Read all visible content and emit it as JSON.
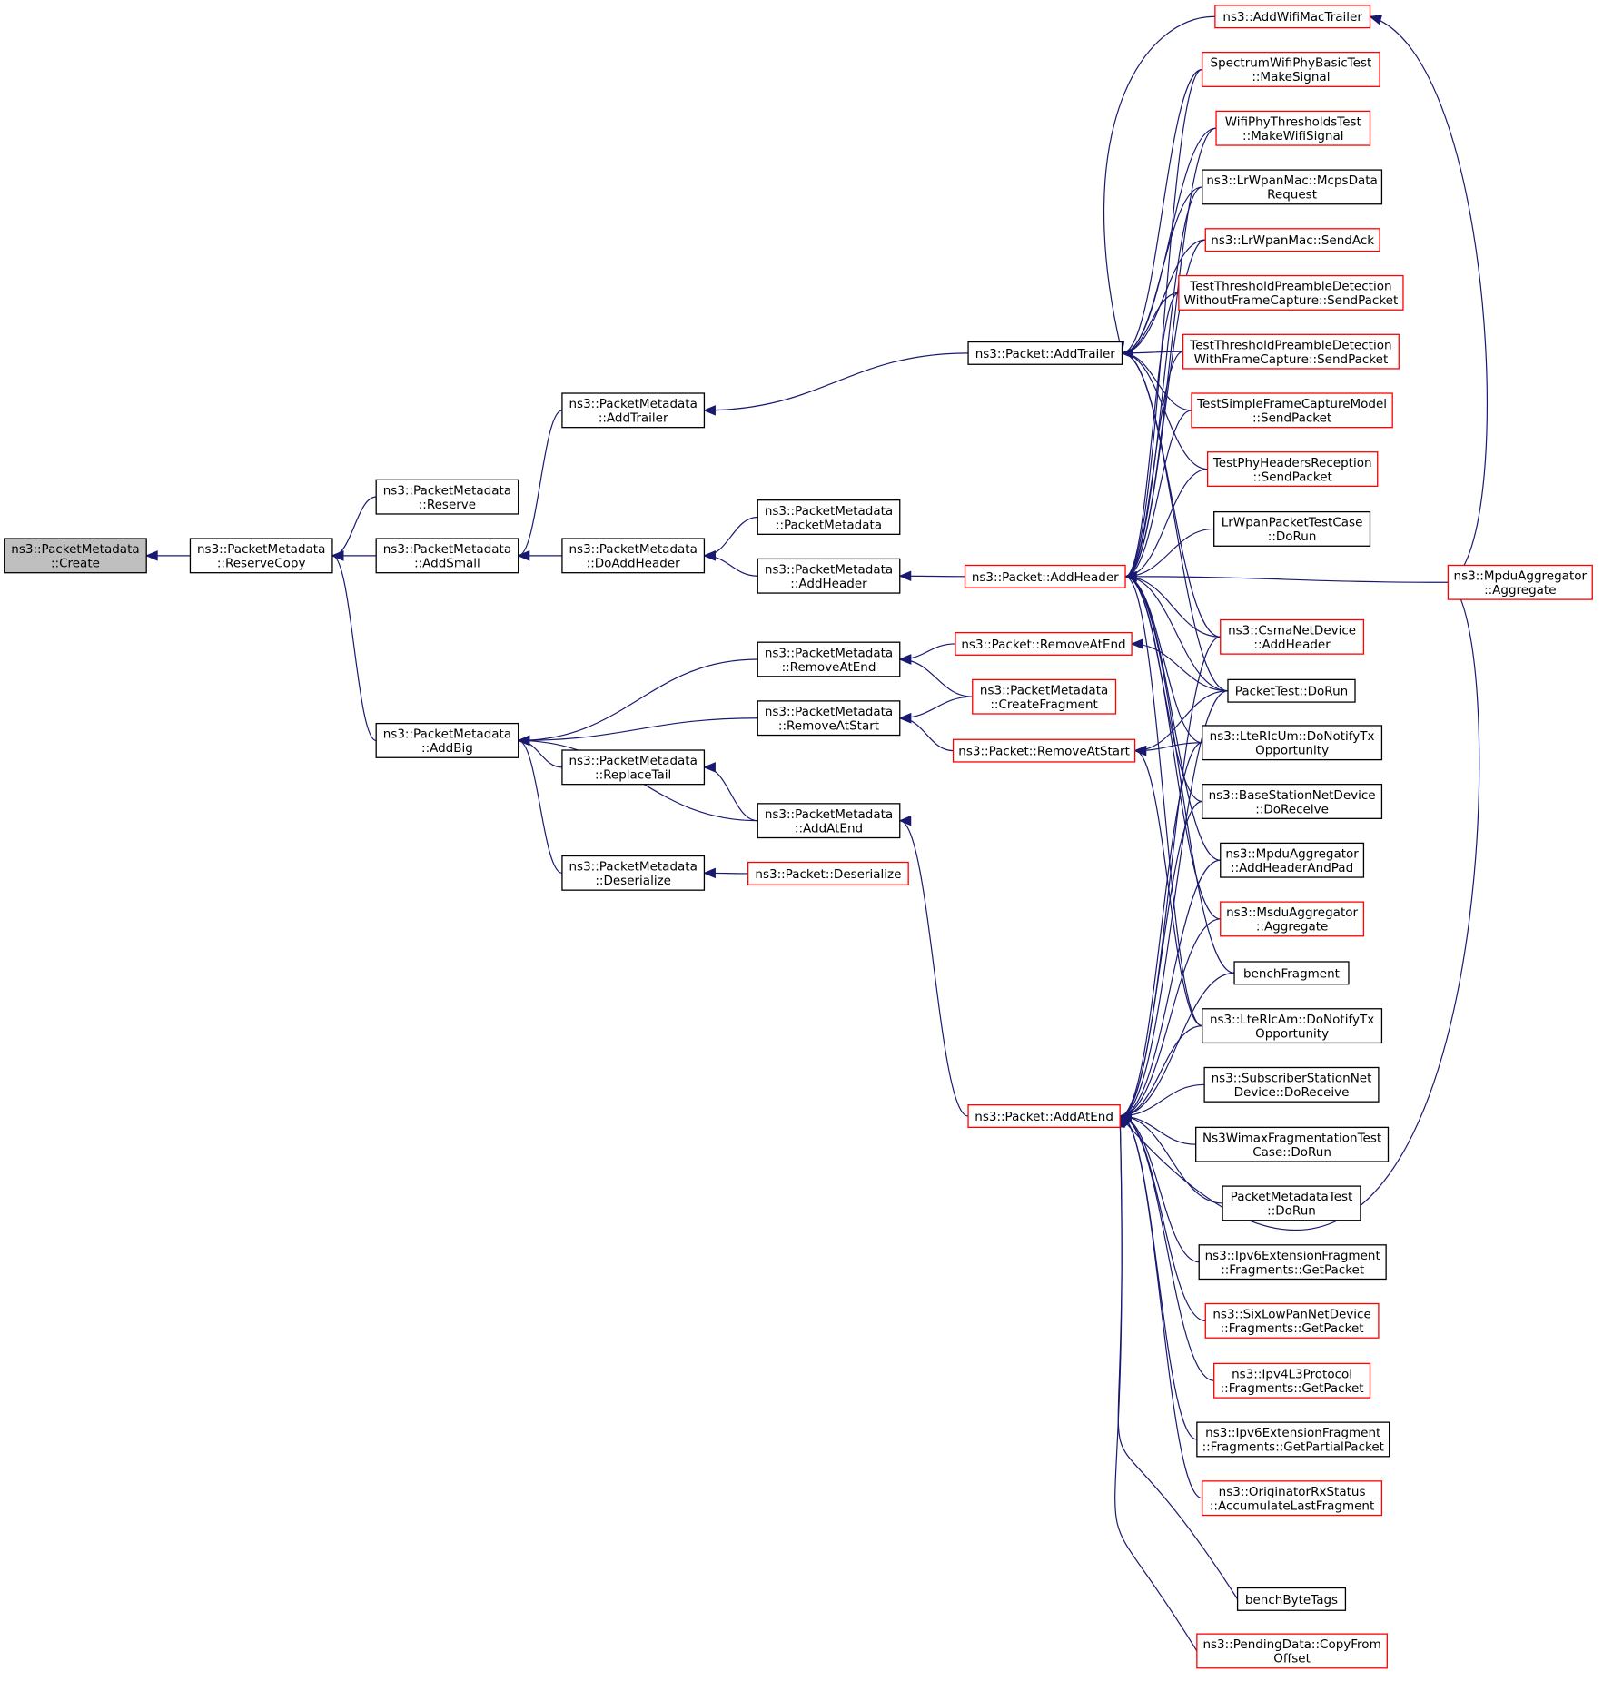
{
  "graph": {
    "root": "ns3::PacketMetadata::Create",
    "nodes": [
      {
        "id": "create",
        "lines": [
          "ns3::PacketMetadata",
          "::Create"
        ],
        "border": "root"
      },
      {
        "id": "reservecopy",
        "lines": [
          "ns3::PacketMetadata",
          "::ReserveCopy"
        ],
        "border": "black"
      },
      {
        "id": "reserve",
        "lines": [
          "ns3::PacketMetadata",
          "::Reserve"
        ],
        "border": "black"
      },
      {
        "id": "addsmall",
        "lines": [
          "ns3::PacketMetadata",
          "::AddSmall"
        ],
        "border": "black"
      },
      {
        "id": "addbig",
        "lines": [
          "ns3::PacketMetadata",
          "::AddBig"
        ],
        "border": "black"
      },
      {
        "id": "pm_addtrailer",
        "lines": [
          "ns3::PacketMetadata",
          "::AddTrailer"
        ],
        "border": "black"
      },
      {
        "id": "doaddheader",
        "lines": [
          "ns3::PacketMetadata",
          "::DoAddHeader"
        ],
        "border": "black"
      },
      {
        "id": "pm_packetmetadata",
        "lines": [
          "ns3::PacketMetadata",
          "::PacketMetadata"
        ],
        "border": "black"
      },
      {
        "id": "pm_addheader",
        "lines": [
          "ns3::PacketMetadata",
          "::AddHeader"
        ],
        "border": "black"
      },
      {
        "id": "pm_removeatend",
        "lines": [
          "ns3::PacketMetadata",
          "::RemoveAtEnd"
        ],
        "border": "black"
      },
      {
        "id": "pm_removeatstart",
        "lines": [
          "ns3::PacketMetadata",
          "::RemoveAtStart"
        ],
        "border": "black"
      },
      {
        "id": "replacetail",
        "lines": [
          "ns3::PacketMetadata",
          "::ReplaceTail"
        ],
        "border": "black"
      },
      {
        "id": "pm_addatend",
        "lines": [
          "ns3::PacketMetadata",
          "::AddAtEnd"
        ],
        "border": "black"
      },
      {
        "id": "pm_deserialize",
        "lines": [
          "ns3::PacketMetadata",
          "::Deserialize"
        ],
        "border": "black"
      },
      {
        "id": "p_addtrailer",
        "lines": [
          "ns3::Packet::AddTrailer"
        ],
        "border": "black"
      },
      {
        "id": "p_addheader",
        "lines": [
          "ns3::Packet::AddHeader"
        ],
        "border": "red"
      },
      {
        "id": "p_removeatend",
        "lines": [
          "ns3::Packet::RemoveAtEnd"
        ],
        "border": "red"
      },
      {
        "id": "createfragment",
        "lines": [
          "ns3::PacketMetadata",
          "::CreateFragment"
        ],
        "border": "red"
      },
      {
        "id": "p_removeatstart",
        "lines": [
          "ns3::Packet::RemoveAtStart"
        ],
        "border": "red"
      },
      {
        "id": "p_deserialize",
        "lines": [
          "ns3::Packet::Deserialize"
        ],
        "border": "red"
      },
      {
        "id": "p_addatend",
        "lines": [
          "ns3::Packet::AddAtEnd"
        ],
        "border": "red"
      },
      {
        "id": "addwifimactrailer",
        "lines": [
          "ns3::AddWifiMacTrailer"
        ],
        "border": "red"
      },
      {
        "id": "spectrum_makesignal",
        "lines": [
          "SpectrumWifiPhyBasicTest",
          "::MakeSignal"
        ],
        "border": "red"
      },
      {
        "id": "thresholds_makewifisignal",
        "lines": [
          "WifiPhyThresholdsTest",
          "::MakeWifiSignal"
        ],
        "border": "red"
      },
      {
        "id": "lrwpan_mcpsdata",
        "lines": [
          "ns3::LrWpanMac::McpsData",
          "Request"
        ],
        "border": "black"
      },
      {
        "id": "lrwpan_sendack",
        "lines": [
          "ns3::LrWpanMac::SendAck"
        ],
        "border": "red"
      },
      {
        "id": "tpd_without",
        "lines": [
          "TestThresholdPreambleDetection",
          "WithoutFrameCapture::SendPacket"
        ],
        "border": "red"
      },
      {
        "id": "tpd_with",
        "lines": [
          "TestThresholdPreambleDetection",
          "WithFrameCapture::SendPacket"
        ],
        "border": "red"
      },
      {
        "id": "simpleframecapture",
        "lines": [
          "TestSimpleFrameCaptureModel",
          "::SendPacket"
        ],
        "border": "red"
      },
      {
        "id": "phyheadersreception",
        "lines": [
          "TestPhyHeadersReception",
          "::SendPacket"
        ],
        "border": "red"
      },
      {
        "id": "lrwpanpackettest",
        "lines": [
          "LrWpanPacketTestCase",
          "::DoRun"
        ],
        "border": "black"
      },
      {
        "id": "csma_addheader",
        "lines": [
          "ns3::CsmaNetDevice",
          "::AddHeader"
        ],
        "border": "red"
      },
      {
        "id": "packettest_dorun",
        "lines": [
          "PacketTest::DoRun"
        ],
        "border": "black"
      },
      {
        "id": "ltercum",
        "lines": [
          "ns3::LteRlcUm::DoNotifyTx",
          "Opportunity"
        ],
        "border": "black"
      },
      {
        "id": "basestation_doreceive",
        "lines": [
          "ns3::BaseStationNetDevice",
          "::DoReceive"
        ],
        "border": "black"
      },
      {
        "id": "mpdu_addheaderandpad",
        "lines": [
          "ns3::MpduAggregator",
          "::AddHeaderAndPad"
        ],
        "border": "black"
      },
      {
        "id": "msdu_aggregate",
        "lines": [
          "ns3::MsduAggregator",
          "::Aggregate"
        ],
        "border": "red"
      },
      {
        "id": "benchfragment",
        "lines": [
          "benchFragment"
        ],
        "border": "black"
      },
      {
        "id": "lterlcam",
        "lines": [
          "ns3::LteRlcAm::DoNotifyTx",
          "Opportunity"
        ],
        "border": "black"
      },
      {
        "id": "subscriber_doreceive",
        "lines": [
          "ns3::SubscriberStationNet",
          "Device::DoReceive"
        ],
        "border": "black"
      },
      {
        "id": "wimaxfrag",
        "lines": [
          "Ns3WimaxFragmentationTest",
          "Case::DoRun"
        ],
        "border": "black"
      },
      {
        "id": "pmtest_dorun",
        "lines": [
          "PacketMetadataTest",
          "::DoRun"
        ],
        "border": "black"
      },
      {
        "id": "ipv6frag_getpacket",
        "lines": [
          "ns3::Ipv6ExtensionFragment",
          "::Fragments::GetPacket"
        ],
        "border": "black"
      },
      {
        "id": "sixlowpan_getpacket",
        "lines": [
          "ns3::SixLowPanNetDevice",
          "::Fragments::GetPacket"
        ],
        "border": "red"
      },
      {
        "id": "ipv4l3_getpacket",
        "lines": [
          "ns3::Ipv4L3Protocol",
          "::Fragments::GetPacket"
        ],
        "border": "red"
      },
      {
        "id": "ipv6frag_getpartial",
        "lines": [
          "ns3::Ipv6ExtensionFragment",
          "::Fragments::GetPartialPacket"
        ],
        "border": "black"
      },
      {
        "id": "originator_accumulate",
        "lines": [
          "ns3::OriginatorRxStatus",
          "::AccumulateLastFragment"
        ],
        "border": "red"
      },
      {
        "id": "benchbytetags",
        "lines": [
          "benchByteTags"
        ],
        "border": "black"
      },
      {
        "id": "pendingdata_copyfrom",
        "lines": [
          "ns3::PendingData::CopyFrom",
          "Offset"
        ],
        "border": "red"
      },
      {
        "id": "mpdu_aggregate",
        "lines": [
          "ns3::MpduAggregator",
          "::Aggregate"
        ],
        "border": "red"
      }
    ],
    "edges": [
      [
        "reservecopy",
        "create"
      ],
      [
        "reserve",
        "reservecopy"
      ],
      [
        "addsmall",
        "reservecopy"
      ],
      [
        "addbig",
        "reservecopy"
      ],
      [
        "pm_addtrailer",
        "addsmall"
      ],
      [
        "doaddheader",
        "addsmall"
      ],
      [
        "pm_removeatend",
        "addbig"
      ],
      [
        "pm_removeatstart",
        "addbig"
      ],
      [
        "replacetail",
        "addbig"
      ],
      [
        "pm_addatend",
        "addbig"
      ],
      [
        "pm_deserialize",
        "addbig"
      ],
      [
        "pm_packetmetadata",
        "doaddheader"
      ],
      [
        "pm_addheader",
        "doaddheader"
      ],
      [
        "p_addtrailer",
        "pm_addtrailer"
      ],
      [
        "p_addheader",
        "pm_addheader"
      ],
      [
        "p_removeatend",
        "pm_removeatend"
      ],
      [
        "createfragment",
        "pm_removeatend"
      ],
      [
        "createfragment",
        "pm_removeatstart"
      ],
      [
        "p_removeatstart",
        "pm_removeatstart"
      ],
      [
        "pm_addatend",
        "replacetail"
      ],
      [
        "p_deserialize",
        "pm_deserialize"
      ],
      [
        "p_addatend",
        "pm_addatend"
      ],
      [
        "addwifimactrailer",
        "p_addtrailer"
      ],
      [
        "spectrum_makesignal",
        "p_addtrailer"
      ],
      [
        "thresholds_makewifisignal",
        "p_addtrailer"
      ],
      [
        "lrwpan_mcpsdata",
        "p_addtrailer"
      ],
      [
        "lrwpan_sendack",
        "p_addtrailer"
      ],
      [
        "tpd_without",
        "p_addtrailer"
      ],
      [
        "tpd_with",
        "p_addtrailer"
      ],
      [
        "simpleframecapture",
        "p_addtrailer"
      ],
      [
        "phyheadersreception",
        "p_addtrailer"
      ],
      [
        "csma_addheader",
        "p_addtrailer"
      ],
      [
        "packettest_dorun",
        "p_addtrailer"
      ],
      [
        "spectrum_makesignal",
        "p_addheader"
      ],
      [
        "thresholds_makewifisignal",
        "p_addheader"
      ],
      [
        "lrwpan_mcpsdata",
        "p_addheader"
      ],
      [
        "lrwpan_sendack",
        "p_addheader"
      ],
      [
        "tpd_without",
        "p_addheader"
      ],
      [
        "tpd_with",
        "p_addheader"
      ],
      [
        "simpleframecapture",
        "p_addheader"
      ],
      [
        "phyheadersreception",
        "p_addheader"
      ],
      [
        "lrwpanpackettest",
        "p_addheader"
      ],
      [
        "mpdu_aggregate",
        "p_addheader"
      ],
      [
        "csma_addheader",
        "p_addheader"
      ],
      [
        "packettest_dorun",
        "p_addheader"
      ],
      [
        "ltercum",
        "p_addheader"
      ],
      [
        "basestation_doreceive",
        "p_addheader"
      ],
      [
        "mpdu_addheaderandpad",
        "p_addheader"
      ],
      [
        "msdu_aggregate",
        "p_addheader"
      ],
      [
        "benchfragment",
        "p_addheader"
      ],
      [
        "lterlcam",
        "p_addheader"
      ],
      [
        "packettest_dorun",
        "p_removeatend"
      ],
      [
        "packettest_dorun",
        "p_removeatstart"
      ],
      [
        "ltercum",
        "p_removeatstart"
      ],
      [
        "lterlcam",
        "p_removeatstart"
      ],
      [
        "csma_addheader",
        "p_addatend"
      ],
      [
        "packettest_dorun",
        "p_addatend"
      ],
      [
        "ltercum",
        "p_addatend"
      ],
      [
        "basestation_doreceive",
        "p_addatend"
      ],
      [
        "mpdu_addheaderandpad",
        "p_addatend"
      ],
      [
        "msdu_aggregate",
        "p_addatend"
      ],
      [
        "benchfragment",
        "p_addatend"
      ],
      [
        "lterlcam",
        "p_addatend"
      ],
      [
        "subscriber_doreceive",
        "p_addatend"
      ],
      [
        "wimaxfrag",
        "p_addatend"
      ],
      [
        "pmtest_dorun",
        "p_addatend"
      ],
      [
        "ipv6frag_getpacket",
        "p_addatend"
      ],
      [
        "sixlowpan_getpacket",
        "p_addatend"
      ],
      [
        "ipv4l3_getpacket",
        "p_addatend"
      ],
      [
        "ipv6frag_getpartial",
        "p_addatend"
      ],
      [
        "originator_accumulate",
        "p_addatend"
      ],
      [
        "benchbytetags",
        "p_addatend"
      ],
      [
        "pendingdata_copyfrom",
        "p_addatend"
      ],
      [
        "mpdu_aggregate",
        "p_addatend"
      ],
      [
        "mpdu_aggregate",
        "addwifimactrailer"
      ]
    ]
  }
}
